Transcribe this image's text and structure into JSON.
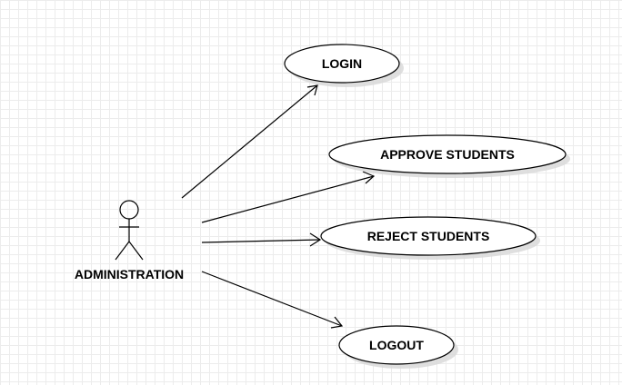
{
  "diagram": {
    "type": "use-case",
    "actor": {
      "name": "ADMINISTRATION"
    },
    "use_cases": [
      {
        "id": "login",
        "label": "LOGIN"
      },
      {
        "id": "approve",
        "label": "APPROVE STUDENTS"
      },
      {
        "id": "reject",
        "label": "REJECT STUDENTS"
      },
      {
        "id": "logout",
        "label": "LOGOUT"
      }
    ],
    "associations": [
      {
        "from": "ADMINISTRATION",
        "to": "LOGIN",
        "arrow": "open"
      },
      {
        "from": "ADMINISTRATION",
        "to": "APPROVE STUDENTS",
        "arrow": "open"
      },
      {
        "from": "ADMINISTRATION",
        "to": "REJECT STUDENTS",
        "arrow": "open"
      },
      {
        "from": "ADMINISTRATION",
        "to": "LOGOUT",
        "arrow": "open"
      }
    ],
    "background": "grid",
    "colors": {
      "stroke": "#000000",
      "fill": "#ffffff",
      "shadow": "#d9d9d9",
      "grid": "#ececec"
    }
  }
}
